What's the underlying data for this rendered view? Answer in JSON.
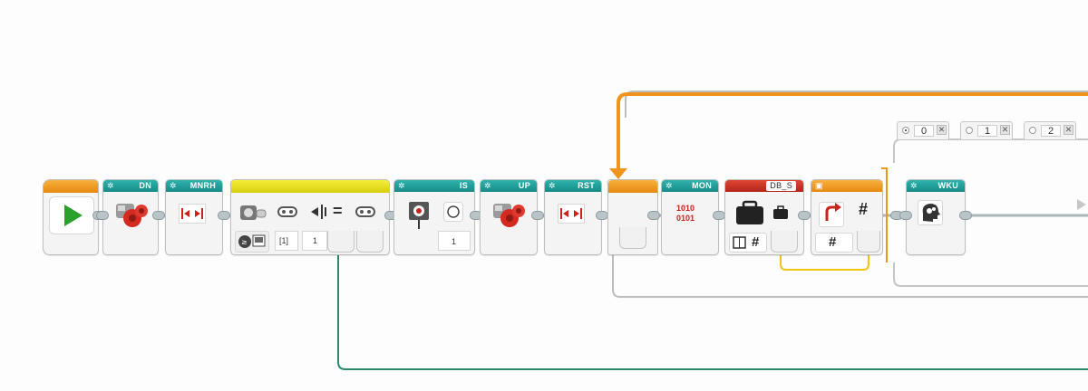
{
  "program": {
    "blocks": [
      {
        "id": "start",
        "title": "",
        "icon": "play-icon"
      },
      {
        "id": "dn",
        "title": "DN",
        "icon": "motor-icon"
      },
      {
        "id": "mnrh",
        "title": "MNRH",
        "icon": "reset-arrows-icon"
      },
      {
        "id": "compare",
        "title": "",
        "icon": "compare-icon",
        "param_index": "[1]",
        "param_value": "1",
        "op": "="
      },
      {
        "id": "is",
        "title": "IS",
        "icon": "sensor-icon",
        "param_value": "1"
      },
      {
        "id": "up",
        "title": "UP",
        "icon": "motor-icon"
      },
      {
        "id": "rst",
        "title": "RST",
        "icon": "reset-arrows-icon"
      },
      {
        "id": "mon",
        "title": "MON",
        "icon": "binary-icon",
        "binary_top": "1010",
        "binary_bottom": "0101"
      },
      {
        "id": "db_s",
        "title": "DB_S",
        "icon": "briefcase-icon",
        "hash": "#"
      },
      {
        "id": "loop_interrupt",
        "title": "",
        "icon": "loop-back-icon",
        "hash": "#"
      },
      {
        "id": "wku",
        "title": "WKU",
        "icon": "brain-icon"
      }
    ],
    "switch_tabs": [
      {
        "label": "0",
        "selected": true
      },
      {
        "label": "1",
        "selected": false
      },
      {
        "label": "2",
        "selected": false
      }
    ],
    "colors": {
      "teal_header": "#1fa09a",
      "red_header": "#c9301f",
      "orange_loop": "#f0941e",
      "yellow_header": "#e8e024",
      "data_wire_green": "#2a8c6a",
      "data_wire_yellow": "#f2c415"
    }
  }
}
